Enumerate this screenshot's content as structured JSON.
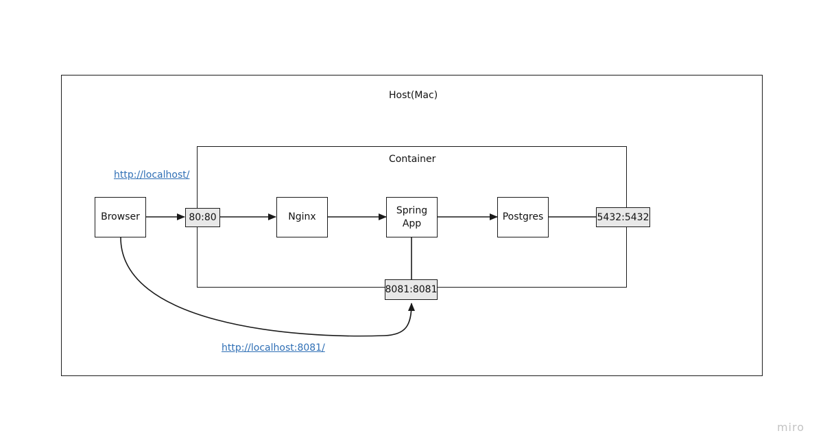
{
  "host": {
    "title": "Host(Mac)"
  },
  "container": {
    "title": "Container"
  },
  "nodes": {
    "browser": "Browser",
    "nginx": "Nginx",
    "spring_line1": "Spring",
    "spring_line2": "App",
    "postgres": "Postgres"
  },
  "ports": {
    "http": "80:80",
    "app": "8081:8081",
    "db": "5432:5432"
  },
  "links": {
    "localhost": "http://localhost/",
    "localhost_8081": "http://localhost:8081/"
  },
  "watermark": "miro",
  "colors": {
    "link": "#2f6fb5",
    "port_fill": "#e8e8e8",
    "stroke": "#1a1a1a"
  }
}
